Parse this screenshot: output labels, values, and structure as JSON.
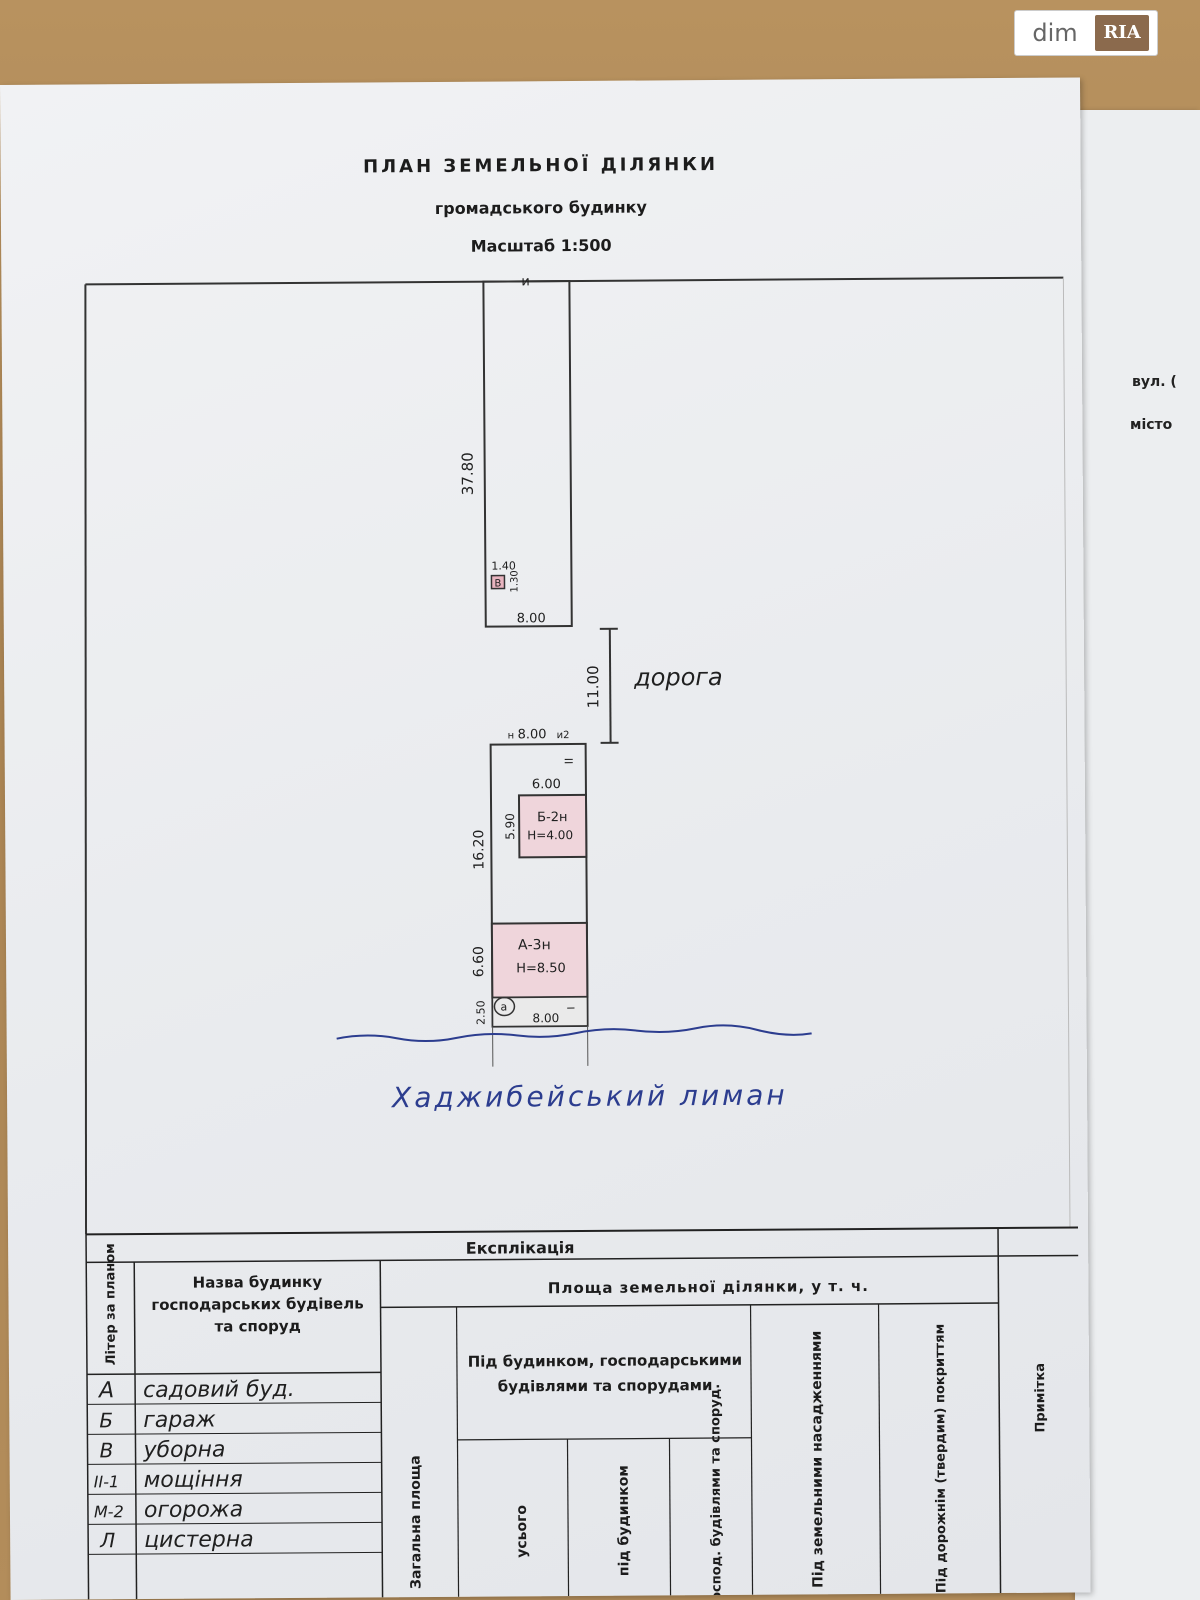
{
  "header": {
    "title": "ПЛАН ЗЕМЕЛЬНОЇ ДІЛЯНКИ",
    "subtitle": "громадського будинку",
    "scale": "Масштаб 1:500"
  },
  "logo": {
    "dim": "dim",
    "ria": "RIA"
  },
  "side_sheet": {
    "street": "вул. (",
    "city": "місто"
  },
  "plan": {
    "marker_top": "и",
    "long_side": "37.80",
    "toilet_size_a": "1.40",
    "toilet_size_b": "1.30",
    "toilet_label": "В",
    "rear_width": "8.00",
    "road_width": "11.00",
    "road_label": "дорога",
    "front_width": "8.00",
    "front_marker_left": "н",
    "front_marker_right": "и2",
    "plot_length": "16.20",
    "garage_width": "6.00",
    "garage_depth": "5.90",
    "garage_label": "Б-2н",
    "garage_height": "Н=4.00",
    "house_depth": "6.60",
    "house_label": "А-3н",
    "house_height": "Н=8.50",
    "paving_depth": "2.50",
    "paving_label": "а",
    "bottom_width": "8.00",
    "marker_small_1": "II",
    "marker_small_2": "I",
    "lake_label": "Хаджибейський лиман"
  },
  "explication": {
    "title": "Експлікація",
    "col_litera": "Літер за планом",
    "col_name": "Назва будинку господарських будівель та споруд",
    "col_area_group": "Площа земельної ділянки, у т. ч.",
    "col_built_group": "Під будинком, господарськими будівлями та спорудами",
    "col_total": "Загальна площа",
    "col_all": "усього",
    "col_house": "під будинком",
    "col_outbuild": "під господ. будівлями та споруд.",
    "col_green": "Під земельними насадженнями",
    "col_road": "Під дорожнім (твердим) покриттям",
    "col_note": "Примітка",
    "rows": [
      {
        "letter": "А",
        "name": "садовий буд."
      },
      {
        "letter": "Б",
        "name": "гараж"
      },
      {
        "letter": "В",
        "name": "уборна"
      },
      {
        "letter": "II-1",
        "name": "мощіння"
      },
      {
        "letter": "М-2",
        "name": "огорожа"
      },
      {
        "letter": "Л",
        "name": "цистерна"
      }
    ]
  }
}
